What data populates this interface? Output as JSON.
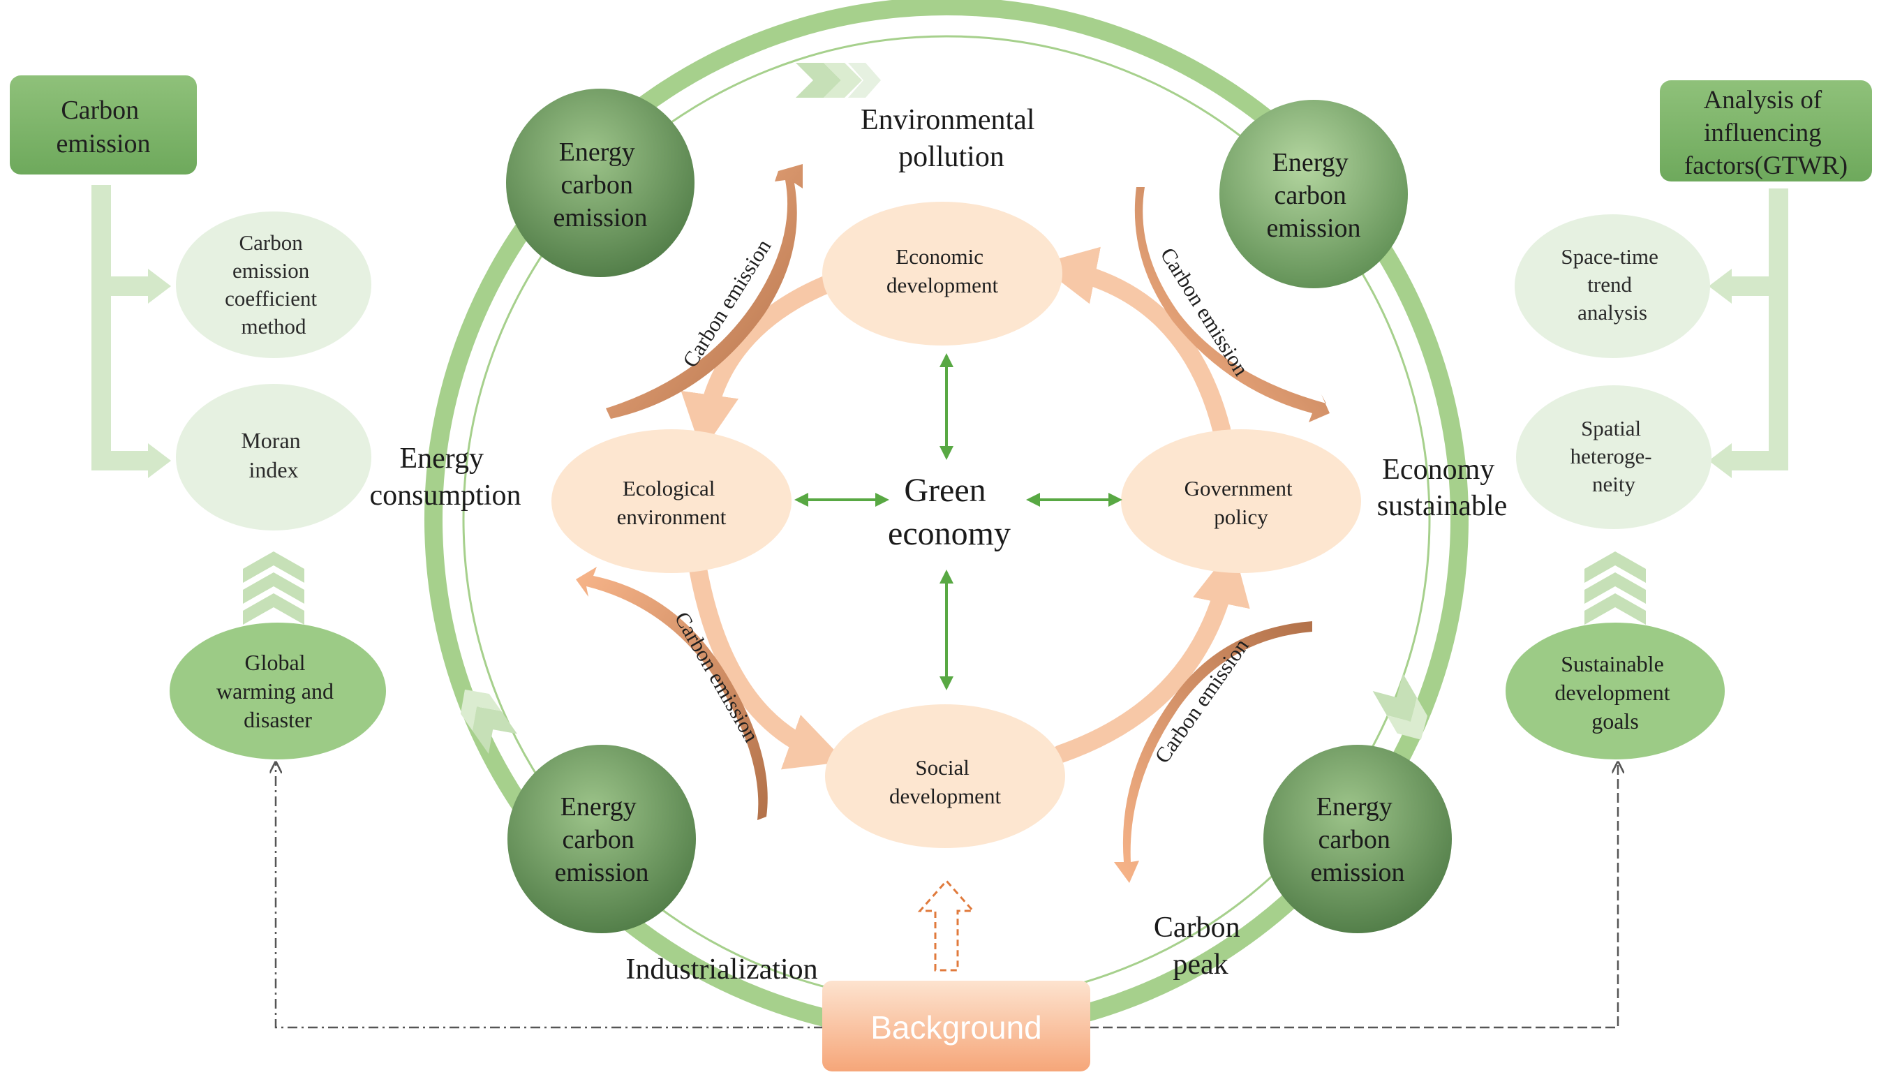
{
  "top_left_box": {
    "lines": [
      "Carbon",
      "emission"
    ]
  },
  "top_right_box": {
    "lines": [
      "Analysis of",
      "influencing",
      "factors(GTWR)"
    ]
  },
  "left_ovals": [
    {
      "lines": [
        "Carbon",
        "emission",
        "coefficient",
        "method"
      ]
    },
    {
      "lines": [
        "Moran",
        "index"
      ]
    },
    {
      "lines": [
        "Global",
        "warming and",
        "disaster"
      ]
    }
  ],
  "right_ovals": [
    {
      "lines": [
        "Space-time",
        "trend",
        "analysis"
      ]
    },
    {
      "lines": [
        "Spatial",
        "heteroge-",
        "neity"
      ]
    },
    {
      "lines": [
        "Sustainable",
        "development",
        "goals"
      ]
    }
  ],
  "corner_circles": [
    {
      "lines": [
        "Energy",
        "carbon",
        "emission"
      ]
    },
    {
      "lines": [
        "Energy",
        "carbon",
        "emission"
      ]
    },
    {
      "lines": [
        "Energy",
        "carbon",
        "emission"
      ]
    },
    {
      "lines": [
        "Energy",
        "carbon",
        "emission"
      ]
    }
  ],
  "ring_labels": {
    "top": [
      "Environmental",
      "pollution"
    ],
    "left": [
      "Energy",
      "consumption"
    ],
    "right": [
      "Economy",
      "sustainable"
    ],
    "bottom_left": [
      "Industrialization"
    ],
    "bottom_right": [
      "Carbon",
      "peak"
    ]
  },
  "inner_ovals": {
    "top": [
      "Economic",
      "development"
    ],
    "left": [
      "Ecological",
      "environment"
    ],
    "right": [
      "Government",
      "policy"
    ],
    "bottom": [
      "Social",
      "development"
    ]
  },
  "center": [
    "Green",
    "economy"
  ],
  "arc_labels": [
    "Carbon emission",
    "Carbon emission",
    "Carbon emission",
    "Carbon emission"
  ],
  "background_label": "Background",
  "colors": {
    "green_light": "#e6f1e1",
    "green_mid": "#9ccb86",
    "green_ring": "#a6d08c",
    "green_dark": "#5e8a52",
    "peach": "#fde6d0",
    "orange": "#f4a778",
    "brown": "#bf7a53",
    "arrow_green": "#58a843"
  }
}
